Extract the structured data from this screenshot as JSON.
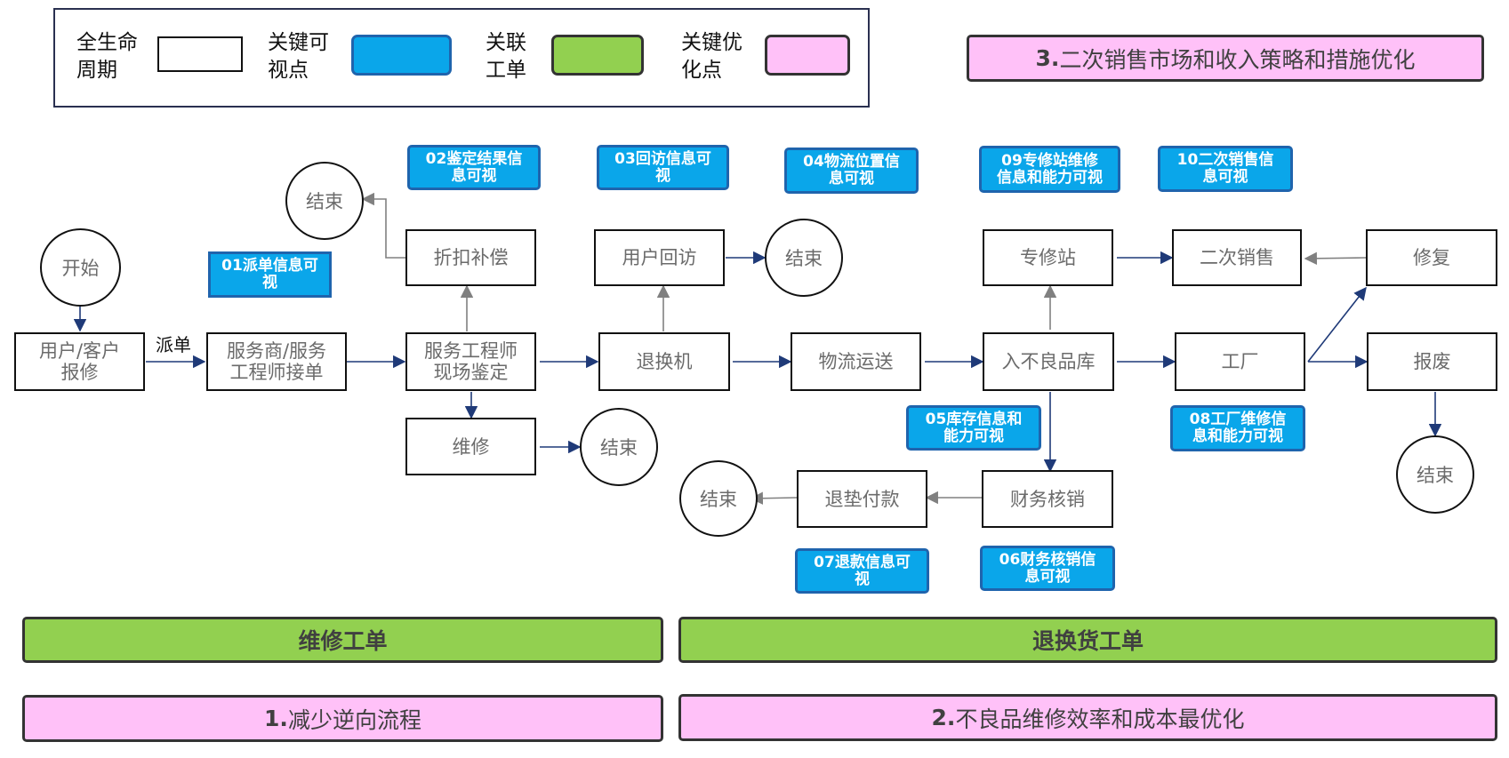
{
  "legend": {
    "lifecycle": "全生命\n周期",
    "key_visible": "关键可\n视点",
    "linked_ticket": "关联\n工单",
    "key_optimization": "关键优\n化点"
  },
  "colors": {
    "key_visible_fill": "#0aa6ea",
    "key_visible_border": "#1f64ad",
    "ticket_fill": "#92d050",
    "optimization_fill": "#ffc1f8",
    "arrow_blue": "#1f3a78",
    "arrow_gray": "#808080"
  },
  "nodes": {
    "start": "开始",
    "report": "用户/客户\n报修",
    "accept": "服务商/服务\n工程师接单",
    "inspect": "服务工程师\n现场鉴定",
    "repair": "维修",
    "compensate": "折扣补偿",
    "exchange": "退换机",
    "revisit": "用户回访",
    "logistics": "物流运送",
    "warehouse": "入不良品库",
    "specialist": "专修站",
    "factory": "工厂",
    "secondary_sale": "二次销售",
    "fix": "修复",
    "scrap": "报废",
    "finance": "财务核销",
    "refund": "退垫付款",
    "end": "结束"
  },
  "edge_labels": {
    "dispatch": "派单"
  },
  "key_points": {
    "p01": "01派单信息可\n视",
    "p02": "02鉴定结果信\n息可视",
    "p03": "03回访信息可\n视",
    "p04": "04物流位置信\n息可视",
    "p05": "05库存信息和\n能力可视",
    "p06": "06财务核销信\n息可视",
    "p07": "07退款信息可\n视",
    "p08": "08工厂维修信\n息和能力可视",
    "p09": "09专修站维修\n信息和能力可视",
    "p10": "10二次销售信\n息可视"
  },
  "tickets": {
    "repair": "维修工单",
    "exchange": "退换货工单"
  },
  "optimizations": [
    {
      "num": "1.",
      "text": "减少逆向流程"
    },
    {
      "num": "2.",
      "text": "不良品维修效率和成本最优化"
    },
    {
      "num": "3.",
      "text": "二次销售市场和收入策略和措施优化"
    }
  ]
}
